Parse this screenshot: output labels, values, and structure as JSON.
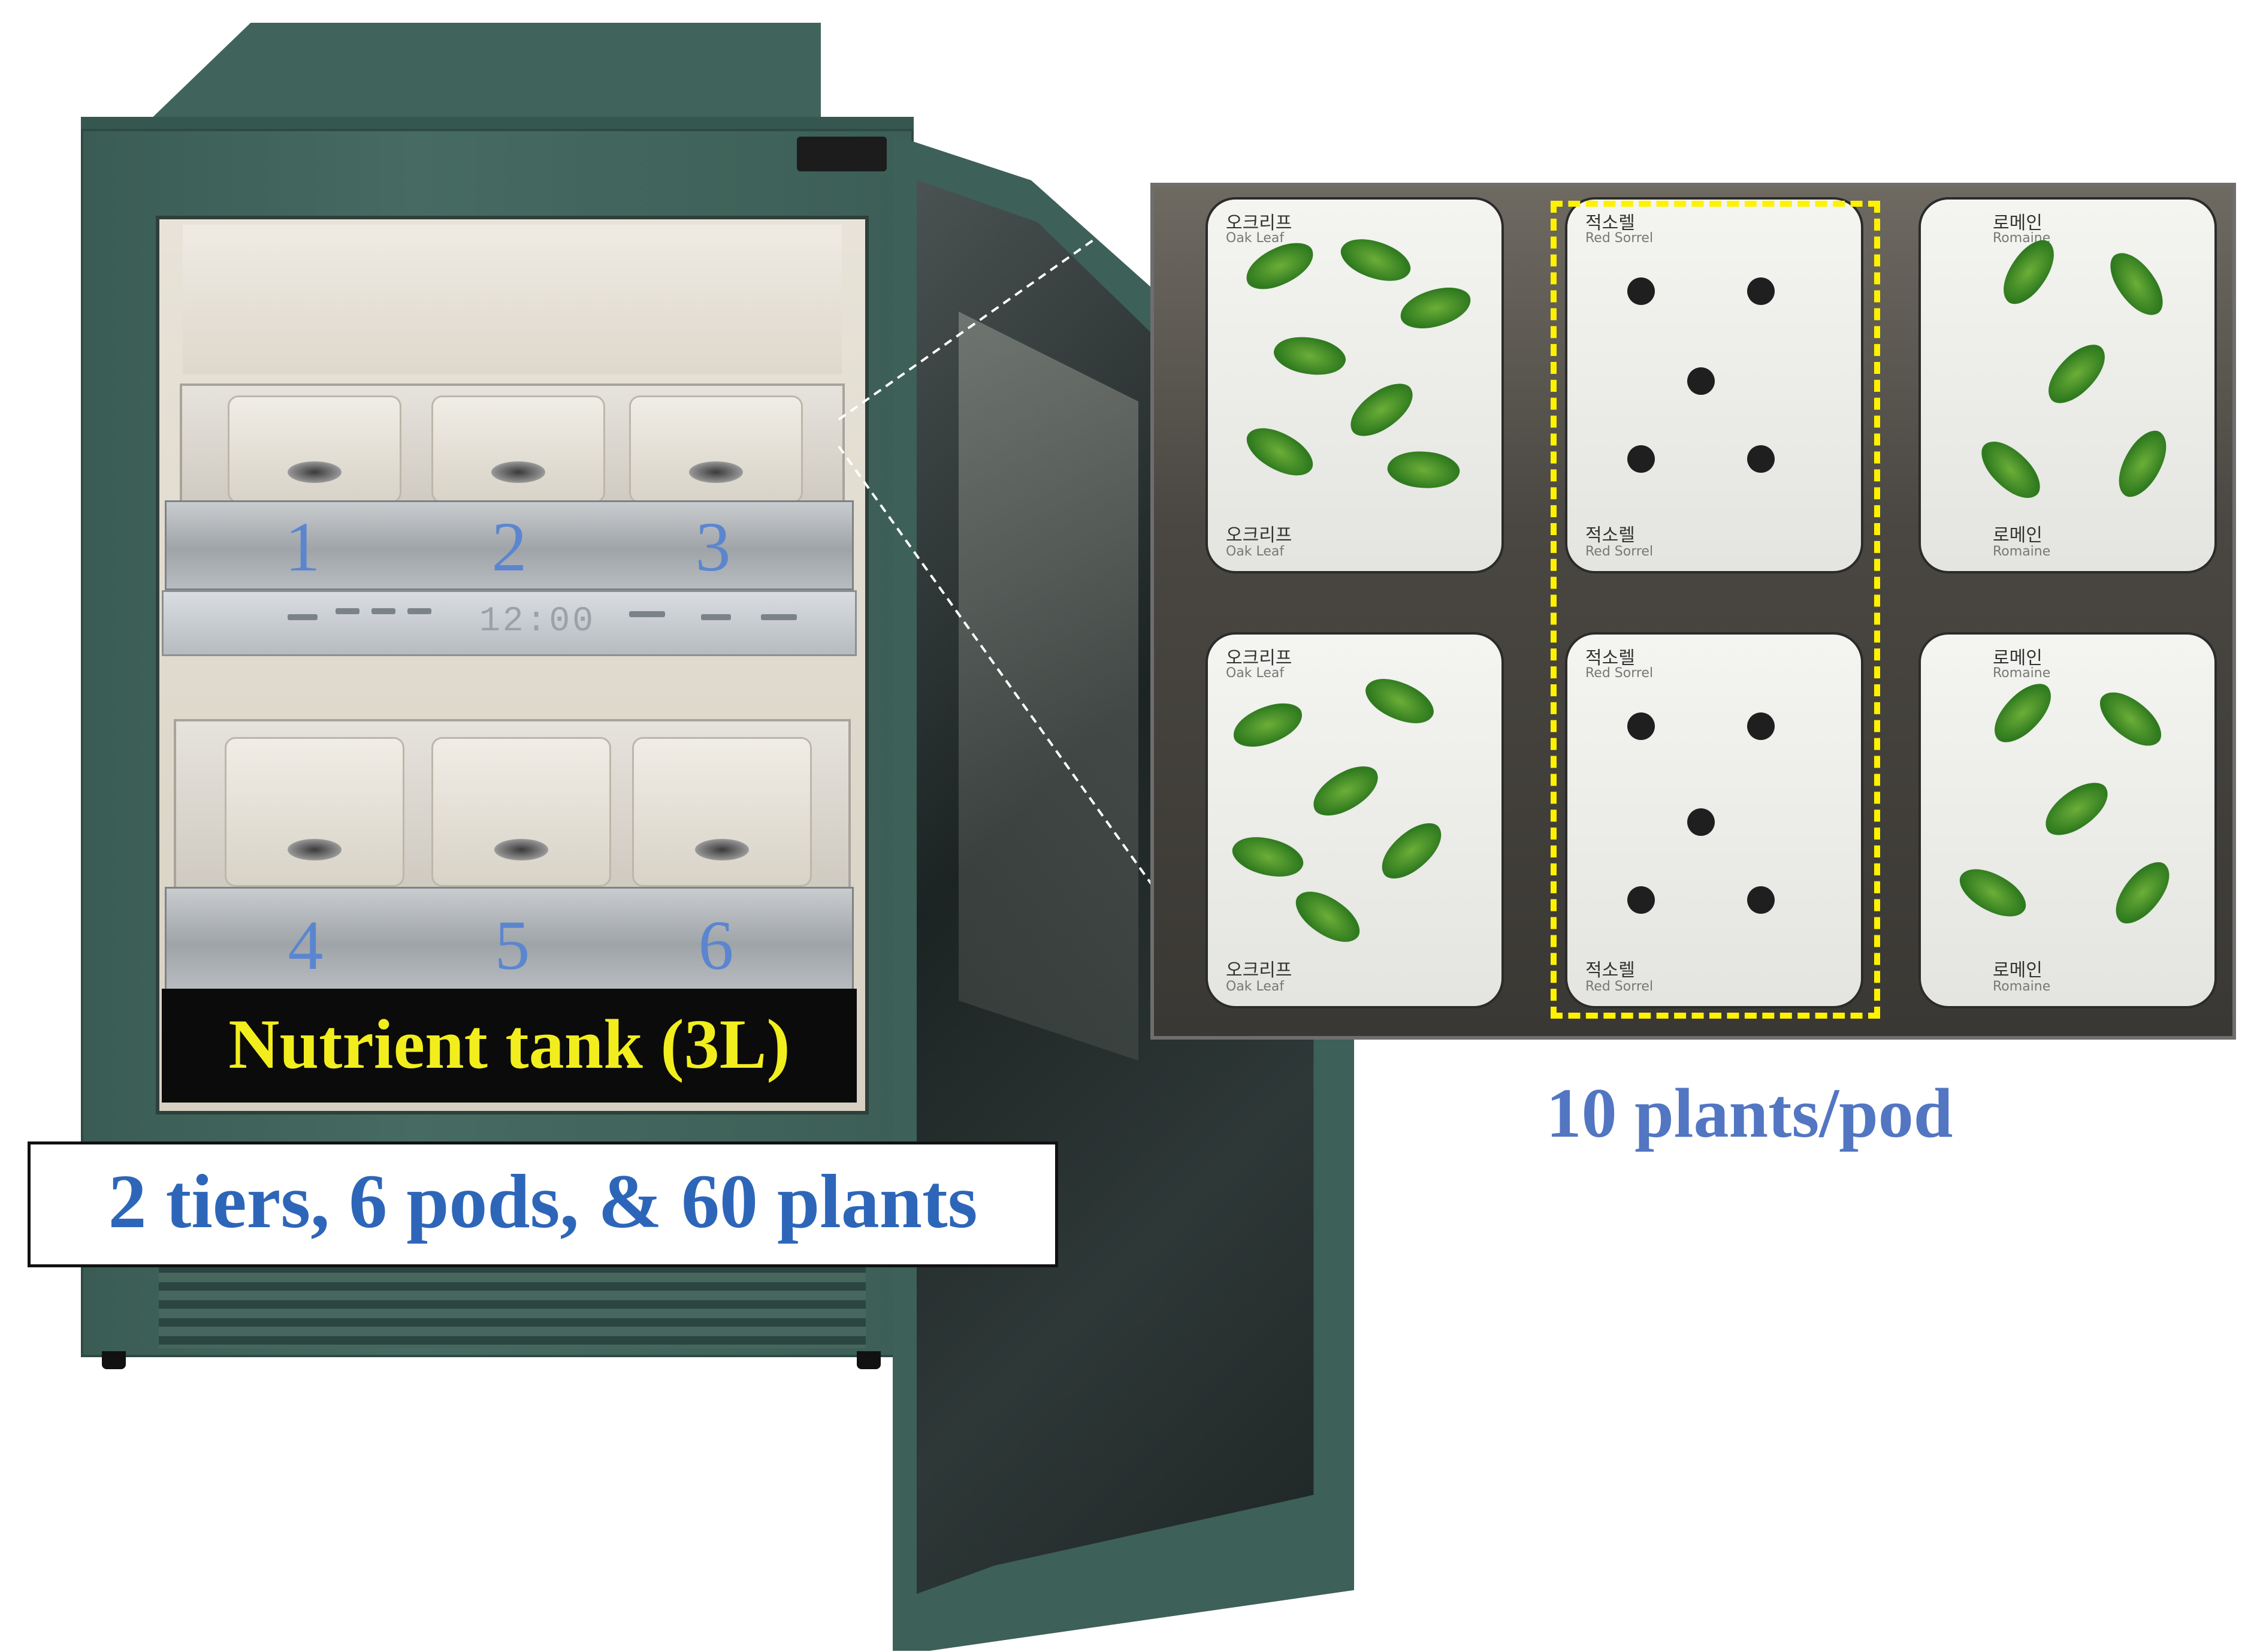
{
  "tiers": {
    "top": [
      "1",
      "2",
      "3"
    ],
    "bottom": [
      "4",
      "5",
      "6"
    ]
  },
  "control_panel": {
    "time": "12:00"
  },
  "nutrient_tank": {
    "label": "Nutrient tank (3L)"
  },
  "summary": {
    "label": "2 tiers, 6 pods, & 60 plants"
  },
  "inset": {
    "pods": [
      {
        "name_ko": "오크리프",
        "name_en": "Oak Leaf",
        "foot_ko": "오크리프",
        "foot_en": "Oak Leaf"
      },
      {
        "name_ko": "적소렐",
        "name_en": "Red Sorrel",
        "foot_ko": "적소렐",
        "foot_en": "Red Sorrel"
      },
      {
        "name_ko": "로메인",
        "name_en": "Romaine",
        "foot_ko": "로메인",
        "foot_en": "Romaine"
      },
      {
        "name_ko": "오크리프",
        "name_en": "Oak Leaf",
        "foot_ko": "오크리프",
        "foot_en": "Oak Leaf"
      },
      {
        "name_ko": "적소렐",
        "name_en": "Red Sorrel",
        "foot_ko": "적소렐",
        "foot_en": "Red Sorrel"
      },
      {
        "name_ko": "로메인",
        "name_en": "Romaine",
        "foot_ko": "로메인",
        "foot_en": "Romaine"
      }
    ]
  },
  "per_pod": {
    "label": "10 plants/pod"
  },
  "colors": {
    "cabinet": "#40645b",
    "tier_number": "#5b86cf",
    "nutrient_label": "#f2ee1e",
    "summary_text": "#2d66b9",
    "per_pod_text": "#5276c2",
    "highlight": "#fff200"
  }
}
